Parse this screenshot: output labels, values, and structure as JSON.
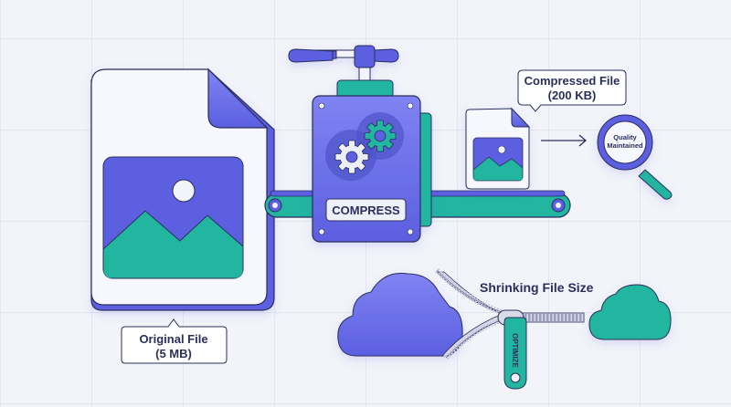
{
  "title": "Image File Compression Illustration",
  "colors": {
    "purple": "#5b5fe0",
    "purple_light": "#7b7ff0",
    "teal": "#22b5a0",
    "outline": "#2b2f5c",
    "background": "#f2f4f9",
    "paper": "#ffffff"
  },
  "labels": {
    "original_line1": "Original File",
    "original_line2": "(5 MB)",
    "compressed_line1": "Compressed File",
    "compressed_line2": "(200 KB)",
    "compress_button": "COMPRESS",
    "quality_line1": "Quality",
    "quality_line2": "Maintained",
    "shrinking": "Shrinking File Size",
    "optimize": "OPTIMIZE"
  },
  "icons": {
    "original_file": "image-file-icon",
    "compressed_file": "image-file-icon",
    "press_machine": "press-machine-icon",
    "gears": "gears-icon",
    "magnifier": "magnifying-glass-icon",
    "arrow": "arrow-right-icon",
    "cloud_large": "cloud-icon",
    "cloud_small": "cloud-icon",
    "zipper": "zipper-icon"
  }
}
